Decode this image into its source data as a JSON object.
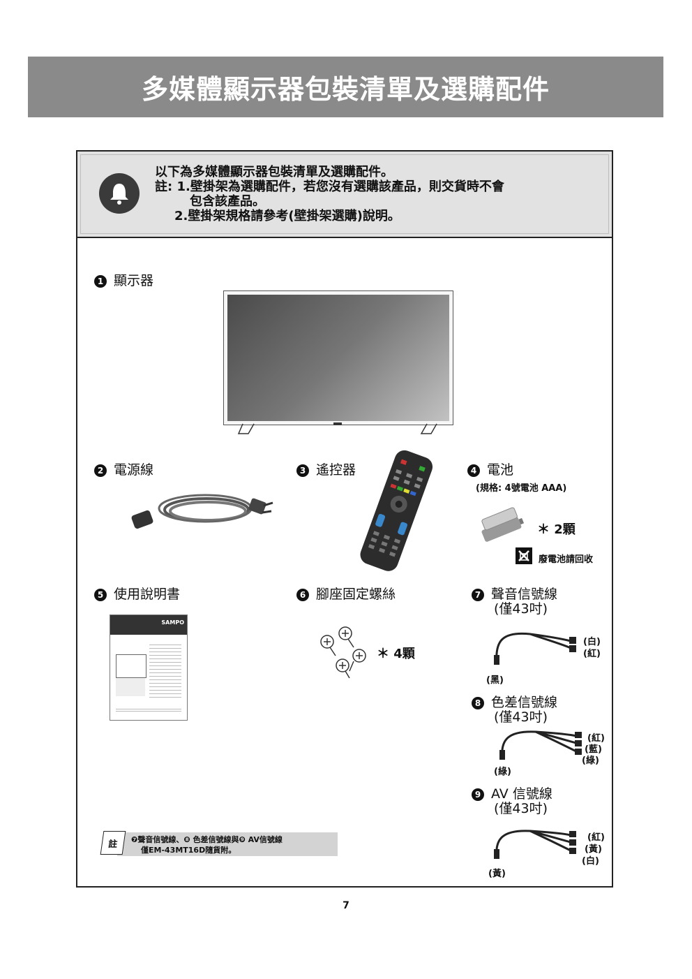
{
  "header": {
    "title": "多媒體顯示器包裝清單及選購配件"
  },
  "notice": {
    "line1": "以下為多媒體顯示器包裝清單及選購配件。",
    "line2": "註: 1.壁掛架為選購配件，若您沒有選購該產品，則交貨時不會",
    "line3": "包含該產品。",
    "line4": "2.壁掛架規格請參考(壁掛架選購)說明。"
  },
  "items": [
    {
      "num": "1",
      "label": "顯示器"
    },
    {
      "num": "2",
      "label": "電源線"
    },
    {
      "num": "3",
      "label": "遙控器"
    },
    {
      "num": "4",
      "label": "電池"
    },
    {
      "num": "5",
      "label": "使用說明書"
    },
    {
      "num": "6",
      "label": "腳座固定螺絲"
    },
    {
      "num": "7",
      "label": "聲音信號線"
    },
    {
      "num": "8",
      "label": "色差信號線"
    },
    {
      "num": "9",
      "label": "AV 信號線"
    }
  ],
  "battery": {
    "spec": "(規格: 4號電池 AAA)",
    "qty": "＊ 2顆",
    "recycle": "廢電池請回收"
  },
  "screws": {
    "qty": "＊ 4顆"
  },
  "cable_note": "(僅43吋)",
  "audio_cable": {
    "colors": [
      "(白)",
      "(紅)"
    ],
    "plug": "(黑)"
  },
  "component_cable": {
    "colors": [
      "(紅)",
      "(藍)",
      "(綠)"
    ],
    "plug": "(綠)"
  },
  "av_cable": {
    "colors": [
      "(紅)",
      "(黃)",
      "(白)"
    ],
    "plug": "(黃)"
  },
  "manual_cover": {
    "brand": "SAMPO"
  },
  "footnote": {
    "tag": "註",
    "line1": "❼聲音信號線、❽ 色差信號線與❾ AV信號線",
    "line2": "僅EM-43MT16D隨貨附。"
  },
  "page_number": "7",
  "colors": {
    "banner": "#8a8a8a",
    "notebox": "#e2e2e2"
  }
}
